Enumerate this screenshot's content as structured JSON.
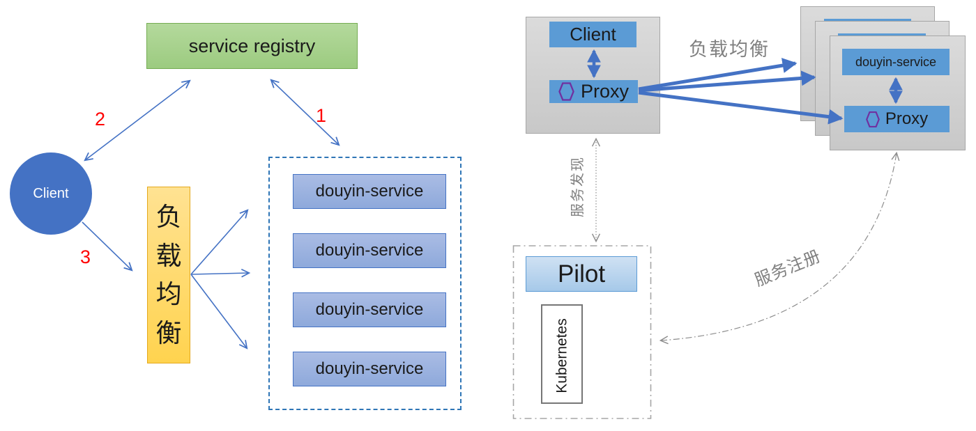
{
  "left": {
    "service_registry": "service registry",
    "client": "Client",
    "load_balancer": "负载均衡",
    "steps": {
      "one": "1",
      "two": "2",
      "three": "3"
    },
    "services": [
      "douyin-service",
      "douyin-service",
      "douyin-service",
      "douyin-service"
    ]
  },
  "right": {
    "client": "Client",
    "proxy": "Proxy",
    "load_balance_label": "负载均衡",
    "service_discovery_label": "服务发现",
    "service_registration_label": "服务注册",
    "stack": {
      "service": "douyin-service",
      "proxy": "Proxy"
    },
    "pilot": "Pilot",
    "kubernetes": "Kubernetes"
  },
  "colors": {
    "registry_green": "#a9d18e",
    "service_box_blue": "#8ea9db",
    "arrow_blue": "#4472c4",
    "flat_blue": "#5b9bd5",
    "load_balancer_orange": "#ffd966",
    "step_red": "#ff0000",
    "gray_label": "#808080",
    "hexagon_purple": "#7030a0",
    "panel_gray": "#d6d6d6"
  }
}
